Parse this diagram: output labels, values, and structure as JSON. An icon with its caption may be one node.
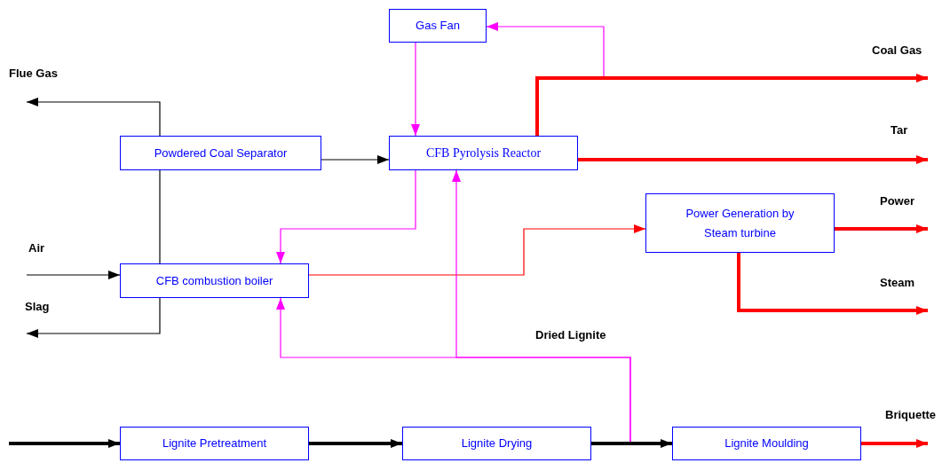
{
  "diagram": {
    "nodes": [
      {
        "text": [
          "Gas Fan"
        ]
      },
      {
        "text": [
          "Powdered Coal Separator"
        ]
      },
      {
        "text": [
          "CFB Pyrolysis Reactor"
        ]
      },
      {
        "text": [
          "Power Generation by Steam turbine"
        ]
      },
      {
        "text": [
          "CFB combustion boiler"
        ]
      },
      {
        "text": [
          "Lignite Pretreatment"
        ]
      },
      {
        "text": [
          "Lignite Drying"
        ]
      },
      {
        "text": [
          "Lignite Moulding"
        ]
      }
    ],
    "edges": [
      {
        "from": 1,
        "to": null,
        "arrow": "to"
      },
      {
        "from": 4,
        "to": 1,
        "arrow": "none"
      },
      {
        "from": 4,
        "to": null,
        "arrow": "to"
      },
      {
        "from": null,
        "to": 4,
        "arrow": "to"
      },
      {
        "from": 1,
        "to": 2,
        "arrow": "to"
      },
      {
        "from": 0,
        "to": 2,
        "arrow": "to",
        "color": "#ff00ff"
      },
      {
        "from": 2,
        "to": 0,
        "arrow": "to",
        "color": "#ff00ff"
      },
      {
        "from": 2,
        "to": null,
        "arrow": "to",
        "style": "thick",
        "color": "#ff0000"
      },
      {
        "from": 2,
        "to": null,
        "arrow": "to",
        "style": "thick",
        "color": "#ff0000"
      },
      {
        "from": 2,
        "to": 4,
        "arrow": "to",
        "color": "#ff00ff"
      },
      {
        "from": 4,
        "to": 3,
        "arrow": "to",
        "color": "#ff0000"
      },
      {
        "from": 3,
        "to": null,
        "arrow": "to",
        "style": "thick",
        "color": "#ff0000"
      },
      {
        "from": 3,
        "to": null,
        "arrow": "to",
        "style": "thick",
        "color": "#ff0000"
      },
      {
        "from": 6,
        "to": 4,
        "arrow": "to",
        "color": "#ff00ff"
      },
      {
        "from": 6,
        "to": 2,
        "arrow": "to",
        "color": "#ff00ff"
      },
      {
        "from": null,
        "to": 5,
        "arrow": "to",
        "style": "thick"
      },
      {
        "from": 5,
        "to": 6,
        "arrow": "to",
        "style": "thick"
      },
      {
        "from": 6,
        "to": 7,
        "arrow": "to",
        "style": "thick"
      },
      {
        "from": 7,
        "to": null,
        "arrow": "to",
        "style": "thick",
        "color": "#ff0000"
      }
    ],
    "labels": [
      "Flue Gas",
      "Coal Gas",
      "Tar",
      "Power",
      "Air",
      "Steam",
      "Slag",
      "Dried Lignite",
      "Briquette"
    ]
  }
}
